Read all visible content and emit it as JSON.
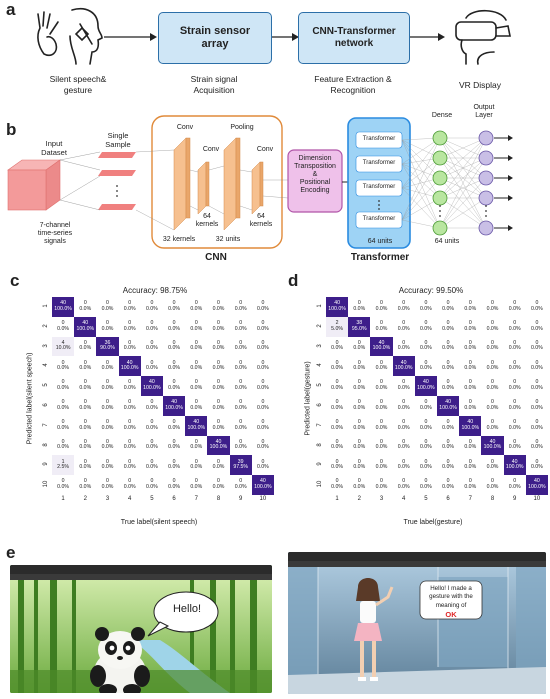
{
  "panel_a": {
    "letter": "a",
    "captions": [
      "Silent speech&\ngesture",
      "Strain signal\nAcquisition",
      "Feature Extraction &\nRecognition",
      "VR Display"
    ],
    "box1": "Strain sensor\narray",
    "box2": "CNN-Transformer\nnetwork"
  },
  "panel_b": {
    "letter": "b",
    "input_dataset": "Input\nDataset",
    "single_sample": "Single\nSample",
    "signals": "7-channel\ntime-series\nsignals",
    "conv1": "Conv",
    "conv2": "Conv",
    "conv3": "Conv",
    "pooling": "Pooling",
    "k64a": "64\nkernels",
    "k64b": "64\nkernels",
    "k32": "32 kernels",
    "u32": "32 units",
    "cnn": "CNN",
    "dim": "Dimension\nTransposition\n&\nPositional\nEncoding",
    "transformer_block": "Transformer",
    "transformer": "Transformer",
    "u64a": "64 units",
    "u64b": "64 units",
    "dense": "Dense",
    "output": "Output\nLayer"
  },
  "panel_c": {
    "letter": "c",
    "title": "Accuracy: 98.75%",
    "xlabel": "True label(silent speech)",
    "ylabel": "Predicted label(silent speech)"
  },
  "panel_d": {
    "letter": "d",
    "title": "Accuracy: 99.50%",
    "xlabel": "True label(gesture)",
    "ylabel": "Predicted label(gesture)"
  },
  "panel_e": {
    "letter": "e",
    "bubble1": "Hello!",
    "bubble2_line1": "Hello! I made a",
    "bubble2_line2": "gesture with the",
    "bubble2_line3": "meaning of",
    "bubble2_ok": "OK"
  },
  "chart_data": [
    {
      "type": "heatmap",
      "title": "Accuracy: 98.75%",
      "xlabel": "True label(silent speech)",
      "ylabel": "Predicted label(silent speech)",
      "x": [
        "1",
        "2",
        "3",
        "4",
        "5",
        "6",
        "7",
        "8",
        "9",
        "10"
      ],
      "y": [
        "1",
        "2",
        "3",
        "4",
        "5",
        "6",
        "7",
        "8",
        "9",
        "10"
      ],
      "counts": [
        [
          40,
          0,
          0,
          0,
          0,
          0,
          0,
          0,
          0,
          0
        ],
        [
          0,
          40,
          0,
          0,
          0,
          0,
          0,
          0,
          0,
          0
        ],
        [
          4,
          0,
          36,
          0,
          0,
          0,
          0,
          0,
          0,
          0
        ],
        [
          0,
          0,
          0,
          40,
          0,
          0,
          0,
          0,
          0,
          0
        ],
        [
          0,
          0,
          0,
          0,
          40,
          0,
          0,
          0,
          0,
          0
        ],
        [
          0,
          0,
          0,
          0,
          0,
          40,
          0,
          0,
          0,
          0
        ],
        [
          0,
          0,
          0,
          0,
          0,
          0,
          40,
          0,
          0,
          0
        ],
        [
          0,
          0,
          0,
          0,
          0,
          0,
          0,
          40,
          0,
          0
        ],
        [
          1,
          0,
          0,
          0,
          0,
          0,
          0,
          0,
          39,
          0
        ],
        [
          0,
          0,
          0,
          0,
          0,
          0,
          0,
          0,
          0,
          40
        ]
      ],
      "percents": [
        [
          "100.0%",
          "0.0%",
          "0.0%",
          "0.0%",
          "0.0%",
          "0.0%",
          "0.0%",
          "0.0%",
          "0.0%",
          "0.0%"
        ],
        [
          "0.0%",
          "100.0%",
          "0.0%",
          "0.0%",
          "0.0%",
          "0.0%",
          "0.0%",
          "0.0%",
          "0.0%",
          "0.0%"
        ],
        [
          "10.0%",
          "0.0%",
          "90.0%",
          "0.0%",
          "0.0%",
          "0.0%",
          "0.0%",
          "0.0%",
          "0.0%",
          "0.0%"
        ],
        [
          "0.0%",
          "0.0%",
          "0.0%",
          "100.0%",
          "0.0%",
          "0.0%",
          "0.0%",
          "0.0%",
          "0.0%",
          "0.0%"
        ],
        [
          "0.0%",
          "0.0%",
          "0.0%",
          "0.0%",
          "100.0%",
          "0.0%",
          "0.0%",
          "0.0%",
          "0.0%",
          "0.0%"
        ],
        [
          "0.0%",
          "0.0%",
          "0.0%",
          "0.0%",
          "0.0%",
          "100.0%",
          "0.0%",
          "0.0%",
          "0.0%",
          "0.0%"
        ],
        [
          "0.0%",
          "0.0%",
          "0.0%",
          "0.0%",
          "0.0%",
          "0.0%",
          "100.0%",
          "0.0%",
          "0.0%",
          "0.0%"
        ],
        [
          "0.0%",
          "0.0%",
          "0.0%",
          "0.0%",
          "0.0%",
          "0.0%",
          "0.0%",
          "100.0%",
          "0.0%",
          "0.0%"
        ],
        [
          "2.5%",
          "0.0%",
          "0.0%",
          "0.0%",
          "0.0%",
          "0.0%",
          "0.0%",
          "0.0%",
          "97.5%",
          "0.0%"
        ],
        [
          "0.0%",
          "0.0%",
          "0.0%",
          "0.0%",
          "0.0%",
          "0.0%",
          "0.0%",
          "0.0%",
          "0.0%",
          "100.0%"
        ]
      ]
    },
    {
      "type": "heatmap",
      "title": "Accuracy: 99.50%",
      "xlabel": "True label(gesture)",
      "ylabel": "Predicted label(gesture)",
      "x": [
        "1",
        "2",
        "3",
        "4",
        "5",
        "6",
        "7",
        "8",
        "9",
        "10"
      ],
      "y": [
        "1",
        "2",
        "3",
        "4",
        "5",
        "6",
        "7",
        "8",
        "9",
        "10"
      ],
      "counts": [
        [
          40,
          0,
          0,
          0,
          0,
          0,
          0,
          0,
          0,
          0
        ],
        [
          2,
          38,
          0,
          0,
          0,
          0,
          0,
          0,
          0,
          0
        ],
        [
          0,
          0,
          40,
          0,
          0,
          0,
          0,
          0,
          0,
          0
        ],
        [
          0,
          0,
          0,
          40,
          0,
          0,
          0,
          0,
          0,
          0
        ],
        [
          0,
          0,
          0,
          0,
          40,
          0,
          0,
          0,
          0,
          0
        ],
        [
          0,
          0,
          0,
          0,
          0,
          40,
          0,
          0,
          0,
          0
        ],
        [
          0,
          0,
          0,
          0,
          0,
          0,
          40,
          0,
          0,
          0
        ],
        [
          0,
          0,
          0,
          0,
          0,
          0,
          0,
          40,
          0,
          0
        ],
        [
          0,
          0,
          0,
          0,
          0,
          0,
          0,
          0,
          40,
          0
        ],
        [
          0,
          0,
          0,
          0,
          0,
          0,
          0,
          0,
          0,
          40
        ]
      ],
      "percents": [
        [
          "100.0%",
          "0.0%",
          "0.0%",
          "0.0%",
          "0.0%",
          "0.0%",
          "0.0%",
          "0.0%",
          "0.0%",
          "0.0%"
        ],
        [
          "5.0%",
          "95.0%",
          "0.0%",
          "0.0%",
          "0.0%",
          "0.0%",
          "0.0%",
          "0.0%",
          "0.0%",
          "0.0%"
        ],
        [
          "0.0%",
          "0.0%",
          "100.0%",
          "0.0%",
          "0.0%",
          "0.0%",
          "0.0%",
          "0.0%",
          "0.0%",
          "0.0%"
        ],
        [
          "0.0%",
          "0.0%",
          "0.0%",
          "100.0%",
          "0.0%",
          "0.0%",
          "0.0%",
          "0.0%",
          "0.0%",
          "0.0%"
        ],
        [
          "0.0%",
          "0.0%",
          "0.0%",
          "0.0%",
          "100.0%",
          "0.0%",
          "0.0%",
          "0.0%",
          "0.0%",
          "0.0%"
        ],
        [
          "0.0%",
          "0.0%",
          "0.0%",
          "0.0%",
          "0.0%",
          "100.0%",
          "0.0%",
          "0.0%",
          "0.0%",
          "0.0%"
        ],
        [
          "0.0%",
          "0.0%",
          "0.0%",
          "0.0%",
          "0.0%",
          "0.0%",
          "100.0%",
          "0.0%",
          "0.0%",
          "0.0%"
        ],
        [
          "0.0%",
          "0.0%",
          "0.0%",
          "0.0%",
          "0.0%",
          "0.0%",
          "0.0%",
          "100.0%",
          "0.0%",
          "0.0%"
        ],
        [
          "0.0%",
          "0.0%",
          "0.0%",
          "0.0%",
          "0.0%",
          "0.0%",
          "0.0%",
          "0.0%",
          "100.0%",
          "0.0%"
        ],
        [
          "0.0%",
          "0.0%",
          "0.0%",
          "0.0%",
          "0.0%",
          "0.0%",
          "0.0%",
          "0.0%",
          "0.0%",
          "100.0%"
        ]
      ]
    }
  ]
}
